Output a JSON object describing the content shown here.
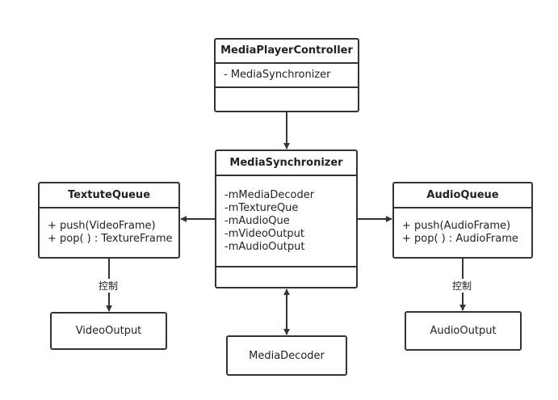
{
  "controller": {
    "title": "MediaPlayerController",
    "fields": [
      "- MediaSynchronizer"
    ]
  },
  "synchronizer": {
    "title": "MediaSynchronizer",
    "fields": [
      "-mMediaDecoder",
      "-mTextureQue",
      "-mAudioQue",
      "-mVideoOutput",
      "-mAudioOutput"
    ]
  },
  "texture_queue": {
    "title": "TextuteQueue",
    "methods": [
      "+ push(VideoFrame)",
      "+ pop( ) : TextureFrame"
    ]
  },
  "audio_queue": {
    "title": "AudioQueue",
    "methods": [
      "+ push(AudioFrame)",
      "+ pop( ) : AudioFrame"
    ]
  },
  "video_output": {
    "label": "VideoOutput"
  },
  "audio_output": {
    "label": "AudioOutput"
  },
  "media_decoder": {
    "label": "MediaDecoder"
  },
  "edge_labels": {
    "video_control": "控制",
    "audio_control": "控制"
  }
}
